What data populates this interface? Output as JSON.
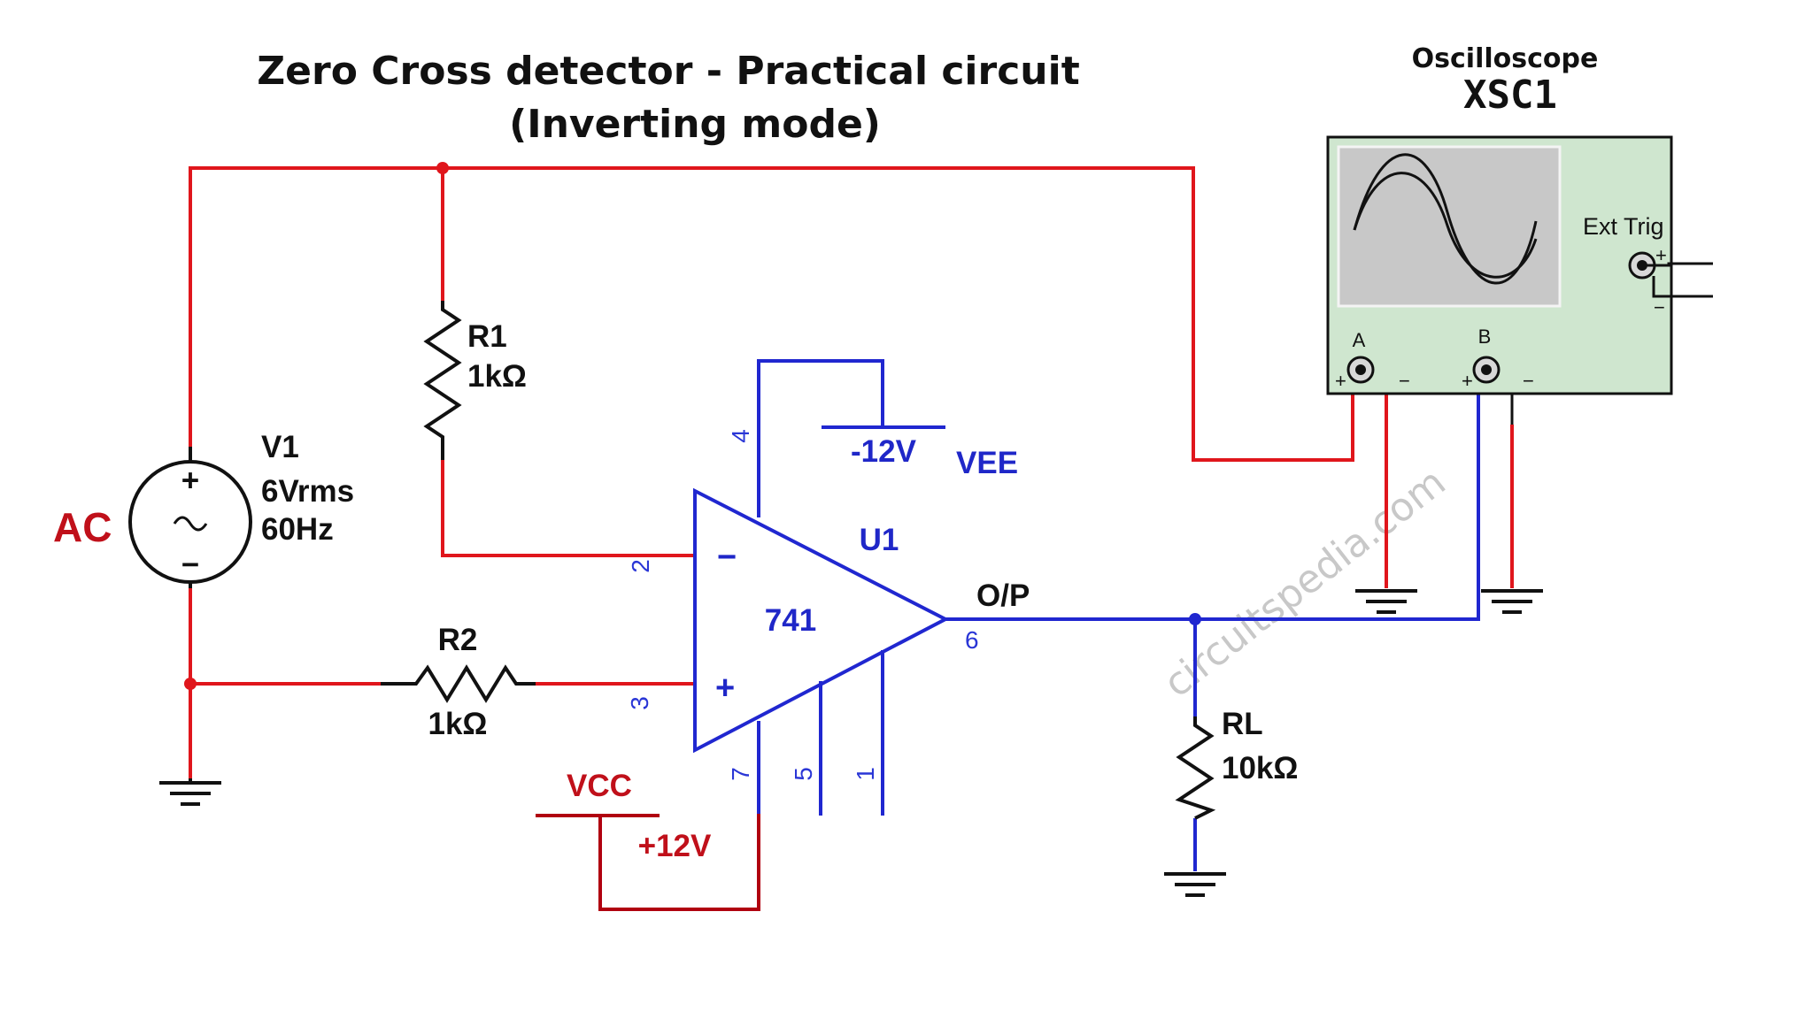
{
  "title": {
    "line1": "Zero Cross detector - Practical circuit",
    "line2": "(Inverting mode)"
  },
  "source": {
    "name": "V1",
    "label": "AC",
    "voltage": "6Vrms",
    "frequency": "60Hz",
    "plus": "+",
    "minus": "−",
    "symbol": "~"
  },
  "r1": {
    "name": "R1",
    "value": "1kΩ"
  },
  "r2": {
    "name": "R2",
    "value": "1kΩ"
  },
  "rl": {
    "name": "RL",
    "value": "10kΩ"
  },
  "opamp": {
    "ref": "U1",
    "model": "741",
    "inverting_sign": "−",
    "noninverting_sign": "+",
    "pins": {
      "p1": "1",
      "p2": "2",
      "p3": "3",
      "p4": "4",
      "p5": "5",
      "p6": "6",
      "p7": "7"
    }
  },
  "supply_neg": {
    "name": "VEE",
    "value": "-12V"
  },
  "supply_pos": {
    "name": "VCC",
    "value": "+12V"
  },
  "output": {
    "label": "O/P"
  },
  "oscilloscope": {
    "title": "Oscilloscope",
    "id": "XSC1",
    "ext_trig": "Ext Trig",
    "channel_a": "A",
    "channel_b": "B",
    "plus": "+",
    "minus": "−"
  },
  "watermark": "circuitspedia.com",
  "colors": {
    "red_wire": "#e0161c",
    "blue_wire": "#2027d0",
    "dark_red": "#b00010",
    "scope_body": "#cfe6cf",
    "scope_screen": "#c8c8c8"
  }
}
